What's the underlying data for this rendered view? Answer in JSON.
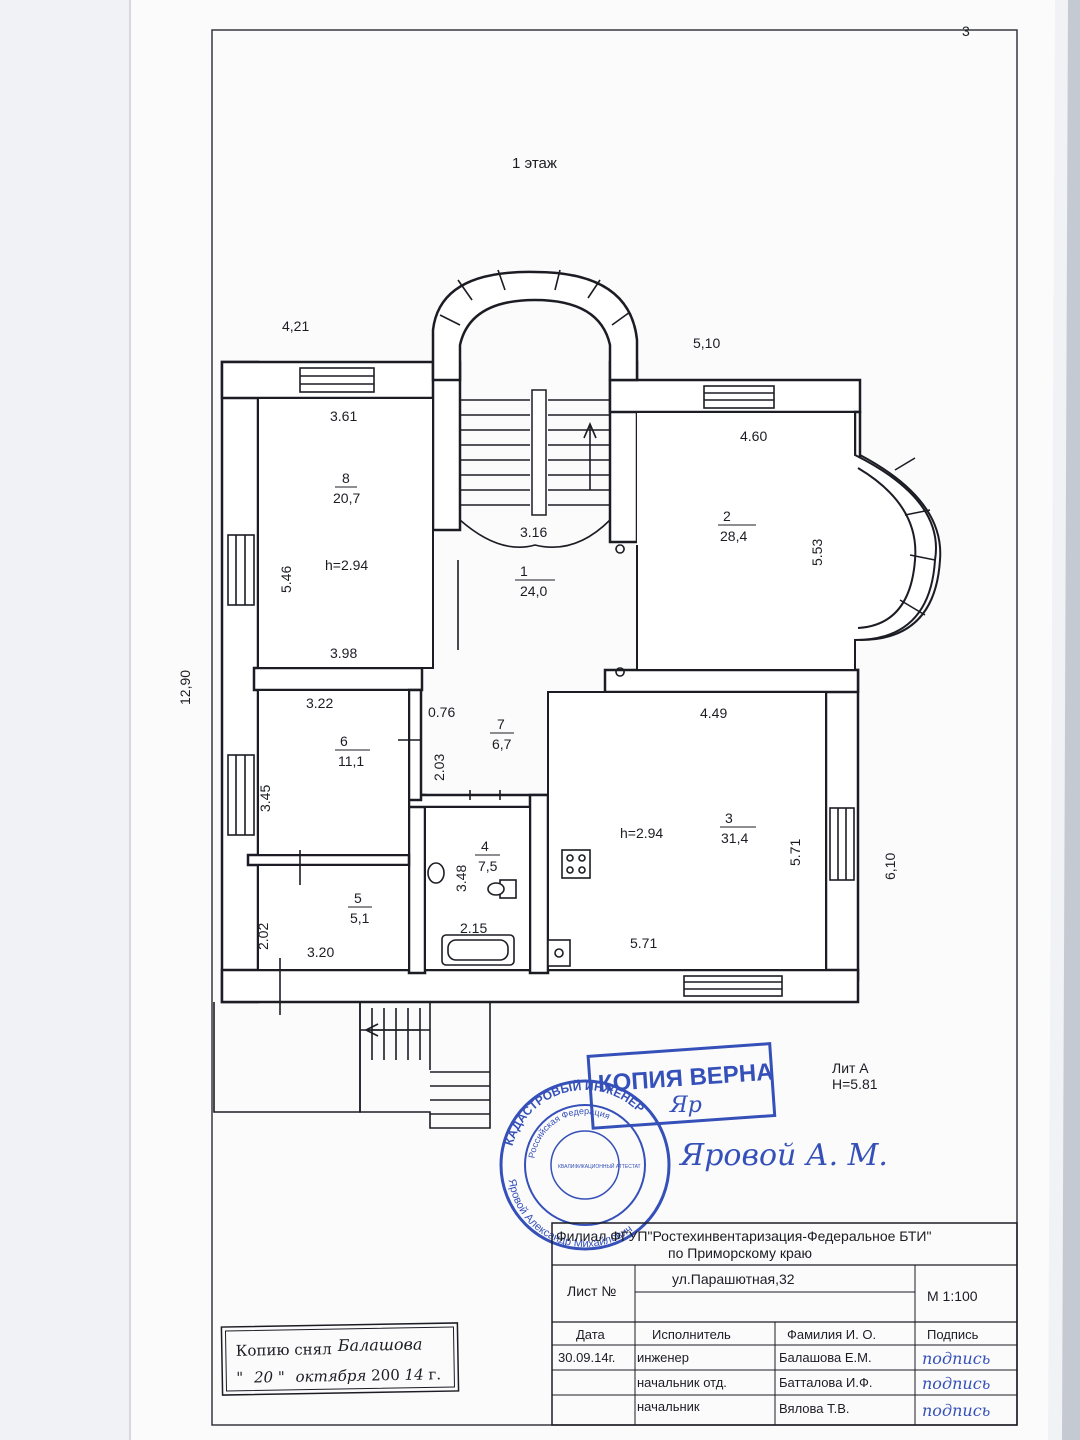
{
  "page_number": "3",
  "floor_title": "1  этаж",
  "outer_dims": {
    "top_left": "4,21",
    "top_right": "5,10",
    "left": "12,90",
    "right": "6,10"
  },
  "rooms": [
    {
      "id": "r1",
      "number": "1",
      "area": "24,0"
    },
    {
      "id": "r2",
      "number": "2",
      "area": "28,4"
    },
    {
      "id": "r3",
      "number": "3",
      "area": "31,4"
    },
    {
      "id": "r4",
      "number": "4",
      "area": "7,5"
    },
    {
      "id": "r5",
      "number": "5",
      "area": "5,1"
    },
    {
      "id": "r6",
      "number": "6",
      "area": "11,1"
    },
    {
      "id": "r7",
      "number": "7",
      "area": "6,7"
    },
    {
      "id": "r8",
      "number": "8",
      "area": "20,7"
    }
  ],
  "dims": {
    "d361": "3.61",
    "d546": "5.46",
    "d398": "3.98",
    "d316": "3.16",
    "d460": "4.60",
    "d553": "5.53",
    "d449": "4.49",
    "d571a": "5.71",
    "d571b": "5.71",
    "d322": "3.22",
    "d345": "3.45",
    "d076": "0.76",
    "d203": "2.03",
    "d348": "3.48",
    "d215": "2.15",
    "d202": "2.02",
    "d320": "3.20"
  },
  "heights": {
    "h8": "h=2.94",
    "h3": "h=2.94"
  },
  "lit": {
    "name": "Лит А",
    "height": "H=5.81"
  },
  "stamp_box": "КОПИЯ ВЕРНА",
  "seal": {
    "outer": "КАДАСТРОВЫЙ ИНЖЕНЕР",
    "inner": "Российская Федерация",
    "center": "КВАЛИФИКАЦИОННЫЙ АТТЕСТАТ",
    "bottom": "Яровой Александр Михайлович"
  },
  "signature_name": "Яровой А. М.",
  "title_block": {
    "org_line1": "Филиал ФГУП\"Ростехинвентаризация-Федеральное БТИ\"",
    "org_line2": "по Приморскому краю",
    "sheet_label": "Лист №",
    "address": "ул.Парашютная,32",
    "scale": "М 1:100",
    "headers": {
      "date": "Дата",
      "performer": "Исполнитель",
      "name": "Фамилия И. О.",
      "signature": "Подпись"
    },
    "rows": [
      {
        "date": "30.09.14г.",
        "role": "инженер",
        "name": "Балашова Е.М.",
        "sign": "подпись"
      },
      {
        "date": "",
        "role": "начальник отд.",
        "name": "Батталова И.Ф.",
        "sign": "подпись"
      },
      {
        "date": "",
        "role": "начальник",
        "name": "Вялова Т.В.",
        "sign": "подпись"
      }
    ]
  },
  "copy_note": {
    "prefix": "Копию снял",
    "name": "Балашова",
    "date_prefix": "\"",
    "day": "20",
    "quote": "\"",
    "month": "октября",
    "year_prefix": "200",
    "year": "14",
    "year_suffix": "г."
  }
}
